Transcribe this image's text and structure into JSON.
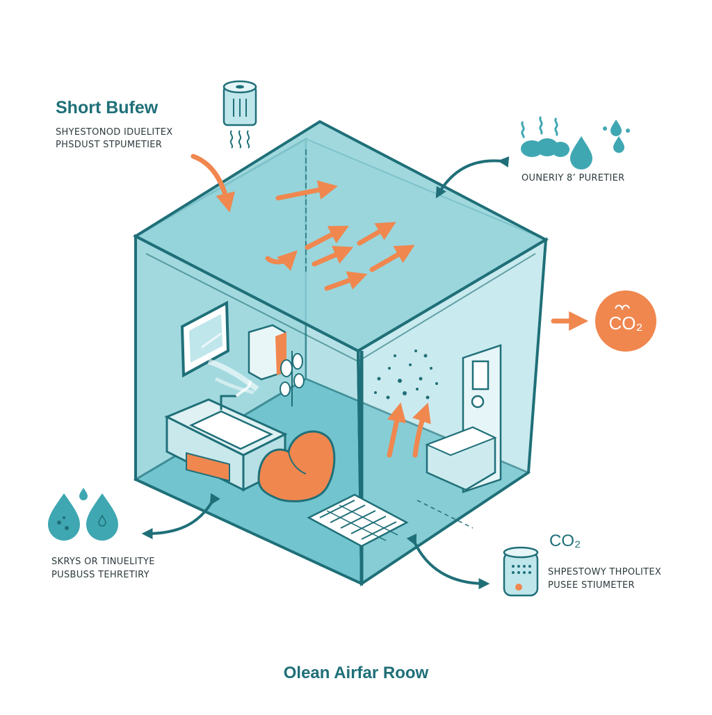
{
  "top_left": {
    "heading": "Short Bufew",
    "line1": "SHYESTONOD IDUELITEX",
    "line2": "PHSDUST STPUMETIER"
  },
  "top_right": {
    "caption": "OUNERIY 8’ PURETIER"
  },
  "bottom_left": {
    "line1": "SKRYS OR TINUELITYE",
    "line2": "PUSBUSS TEHRETIRY"
  },
  "bottom_right": {
    "heading": "CO₂",
    "line1": "SHPESTOWY THPOLITEX",
    "line2": "PUSEE STIUMETER"
  },
  "co2_badge": "CO₂",
  "footer_title": "Olean Airfar Roow",
  "colors": {
    "teal_dark": "#1f6f78",
    "teal": "#3fa7b2",
    "teal_light": "#a8dde3",
    "orange": "#f0874f",
    "ink": "#2c3a3d"
  },
  "icons": [
    "air-purifier-icon",
    "steam-icon",
    "cloud-icon",
    "water-drop-icon",
    "droplets-icon",
    "co2-sensor-icon",
    "co2-badge-icon",
    "tv-icon",
    "cabinet-icon",
    "plant-icon",
    "sofa-icon",
    "toilet-icon",
    "vent-grille-icon"
  ]
}
